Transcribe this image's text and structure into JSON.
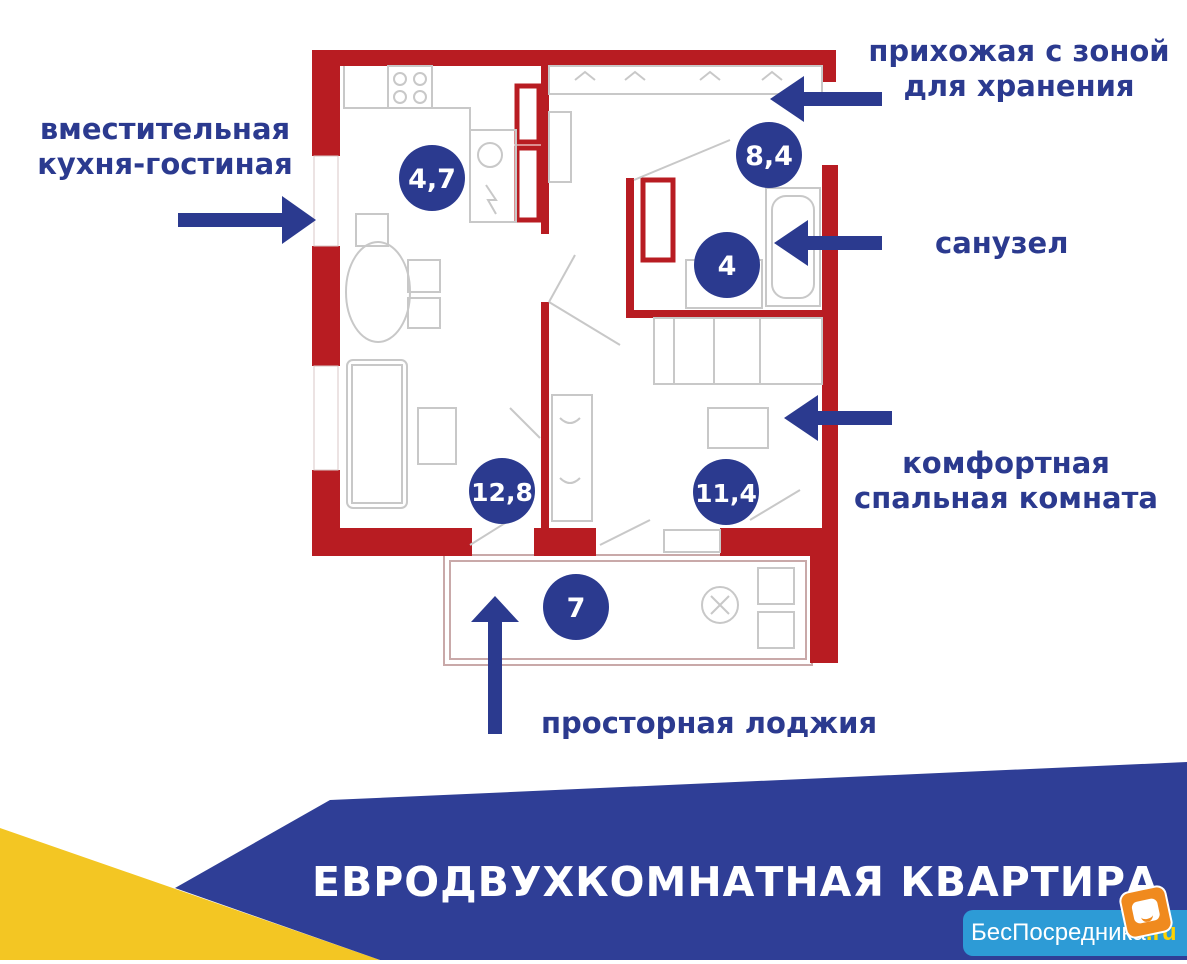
{
  "rooms": {
    "kitchen_living": "12,8",
    "kitchen_zone": "4,7",
    "hallway": "8,4",
    "bathroom": "4",
    "bedroom": "11,4",
    "loggia": "7"
  },
  "labels": {
    "kitchen_line1": "вместительная",
    "kitchen_line2": "кухня-гостиная",
    "hallway_line1": "прихожая с зоной",
    "hallway_line2": "для хранения",
    "bathroom": "санузел",
    "bedroom_line1": "комфортная",
    "bedroom_line2": "спальная комната",
    "loggia": "просторная лоджия"
  },
  "banner": {
    "title": "ЕВРОДВУХКОМНАТНАЯ КВАРТИРА"
  },
  "brand": {
    "name": "БесПосредника",
    "tld": ".ru"
  },
  "colors": {
    "wall": "#b81c22",
    "accent_blue": "#2b3a8f",
    "banner_blue": "#2f3e96",
    "banner_yellow": "#f3c623",
    "brand_blue": "#2d9bd6"
  }
}
